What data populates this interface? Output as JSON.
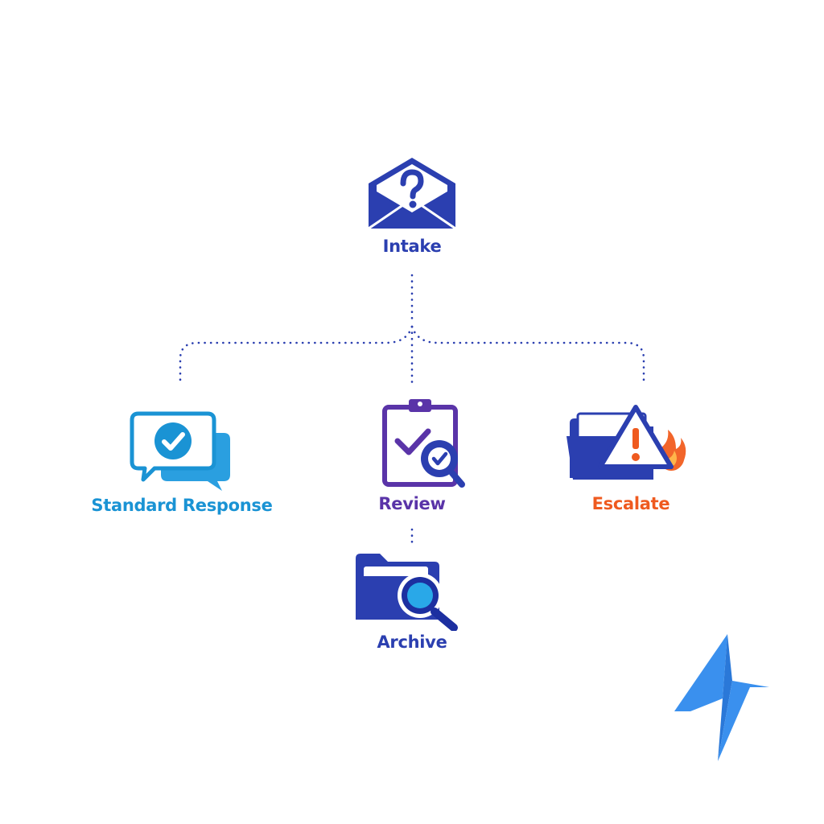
{
  "diagram": {
    "nodes": {
      "intake": {
        "label": "Intake",
        "color": "#2b3fb0",
        "icon": "envelope-question-icon"
      },
      "standard_response": {
        "label": "Standard Response",
        "color": "#1a93d4",
        "icon": "chat-check-icon"
      },
      "review": {
        "label": "Review",
        "color": "#5a34a8",
        "icon": "clipboard-magnifier-icon"
      },
      "escalate": {
        "label": "Escalate",
        "color": "#ef5a1f",
        "icon": "folder-warning-fire-icon"
      },
      "archive": {
        "label": "Archive",
        "color": "#2b3fb0",
        "icon": "folder-magnifier-icon"
      }
    },
    "edges": [
      {
        "from": "Intake",
        "to": "Standard Response"
      },
      {
        "from": "Intake",
        "to": "Review"
      },
      {
        "from": "Intake",
        "to": "Escalate"
      },
      {
        "from": "Review",
        "to": "Archive"
      }
    ],
    "connector_color": "#2b3fb0",
    "brand_mark": {
      "icon": "lightning-logo-icon",
      "color": "#2f8cf0"
    }
  }
}
